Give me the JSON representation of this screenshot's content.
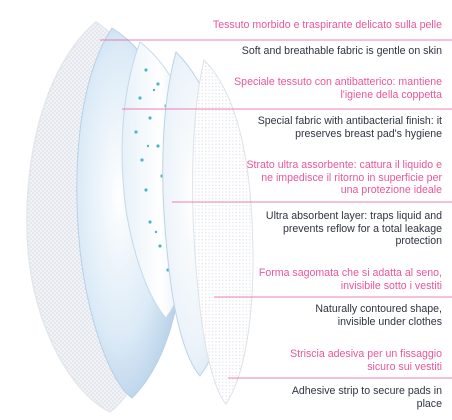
{
  "accent_color": "#e8579b",
  "text_color": "#2f3440",
  "layers": [
    {
      "name": "soft-fabric-layer",
      "it": "Tessuto morbido e traspirante delicato sulla pelle",
      "en": "Soft and breathable fabric is gentle on skin"
    },
    {
      "name": "antibacterial-layer",
      "it": "Speciale tessuto con antibatterico: mantiene l'igiene della coppetta",
      "en": "Special fabric with antibacterial finish: it preserves breast pad's hygiene"
    },
    {
      "name": "absorbent-layer",
      "it": "Strato ultra assorbente: cattura il liquido e ne impedisce il ritorno in superficie per una protezione ideale",
      "en": "Ultra absorbent layer: traps liquid and prevents reflow for a total leakage protection"
    },
    {
      "name": "contoured-shape-layer",
      "it": "Forma sagomata che si adatta al seno, invisibile sotto i vestiti",
      "en": "Naturally contoured shape, invisible under clothes"
    },
    {
      "name": "adhesive-strip-layer",
      "it": "Striscia adesiva per un fissaggio sicuro sui vestiti",
      "en": "Adhesive strip to secure pads in place"
    }
  ]
}
